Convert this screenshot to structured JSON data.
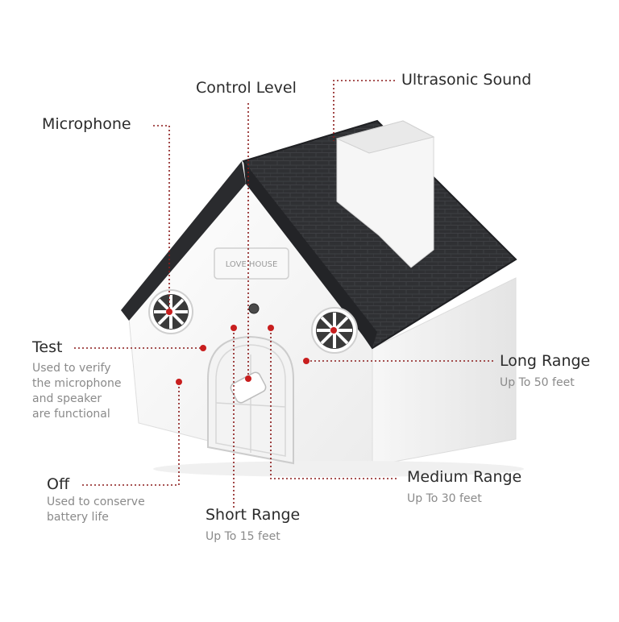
{
  "labels": {
    "control_level": "Control Level",
    "ultrasonic_sound": "Ultrasonic Sound",
    "microphone": "Microphone",
    "test": "Test",
    "test_desc": [
      "Used to verify",
      "the microphone",
      "and speaker",
      "are functional"
    ],
    "long_range": "Long Range",
    "long_range_desc": "Up To 50 feet",
    "off": "Off",
    "off_desc": [
      "Used to conserve",
      "battery life"
    ],
    "medium_range": "Medium Range",
    "medium_range_desc": "Up To 30 feet",
    "short_range": "Short Range",
    "short_range_desc": "Up To 15 feet"
  },
  "house_plaque": "LOVE HOUSE",
  "colors": {
    "leader_line": "#8b1a1a",
    "marker_dot": "#c81e1e",
    "roof": "#2f3033",
    "wall": "#f4f4f4",
    "text": "#2b2b2b",
    "subtext": "#8a8a8a"
  }
}
